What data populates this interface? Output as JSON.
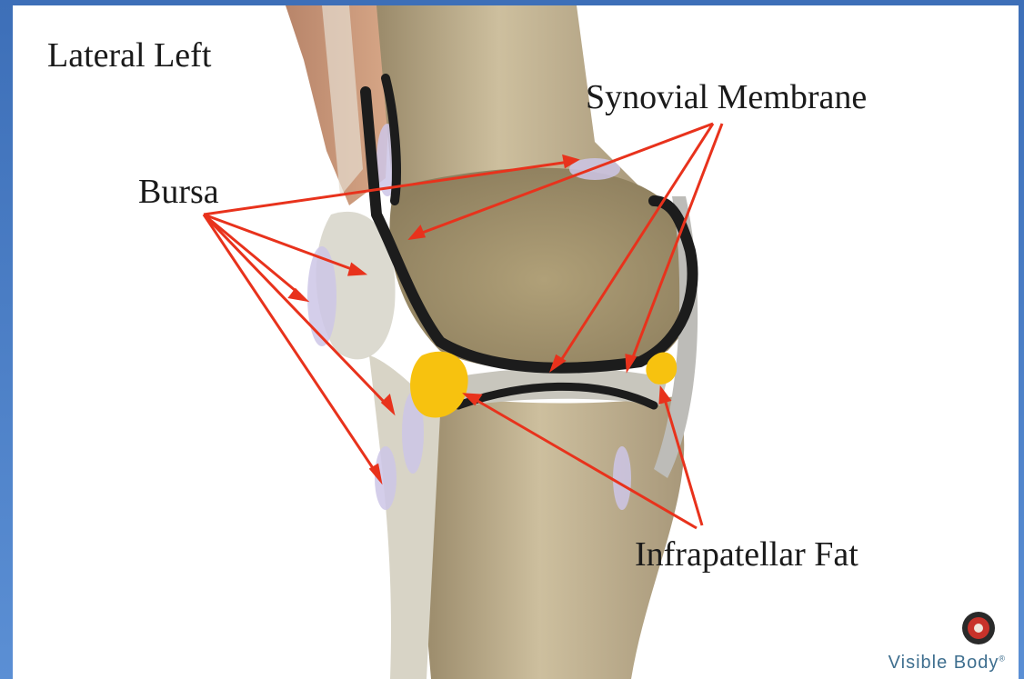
{
  "title": "Lateral Left",
  "labels": {
    "synovial_membrane": "Synovial Membrane",
    "bursa": "Bursa",
    "infrapatellar_fat": "Infrapatellar Fat"
  },
  "logo": {
    "text": "Visible Body",
    "registered_mark": "®"
  },
  "colors": {
    "background_frame": "#4a7cc4",
    "arrow": "#e8321c",
    "synovial_outline": "#1c1c1c",
    "fat_pad": "#f7c20f",
    "bursa": "#cdc6e6"
  }
}
